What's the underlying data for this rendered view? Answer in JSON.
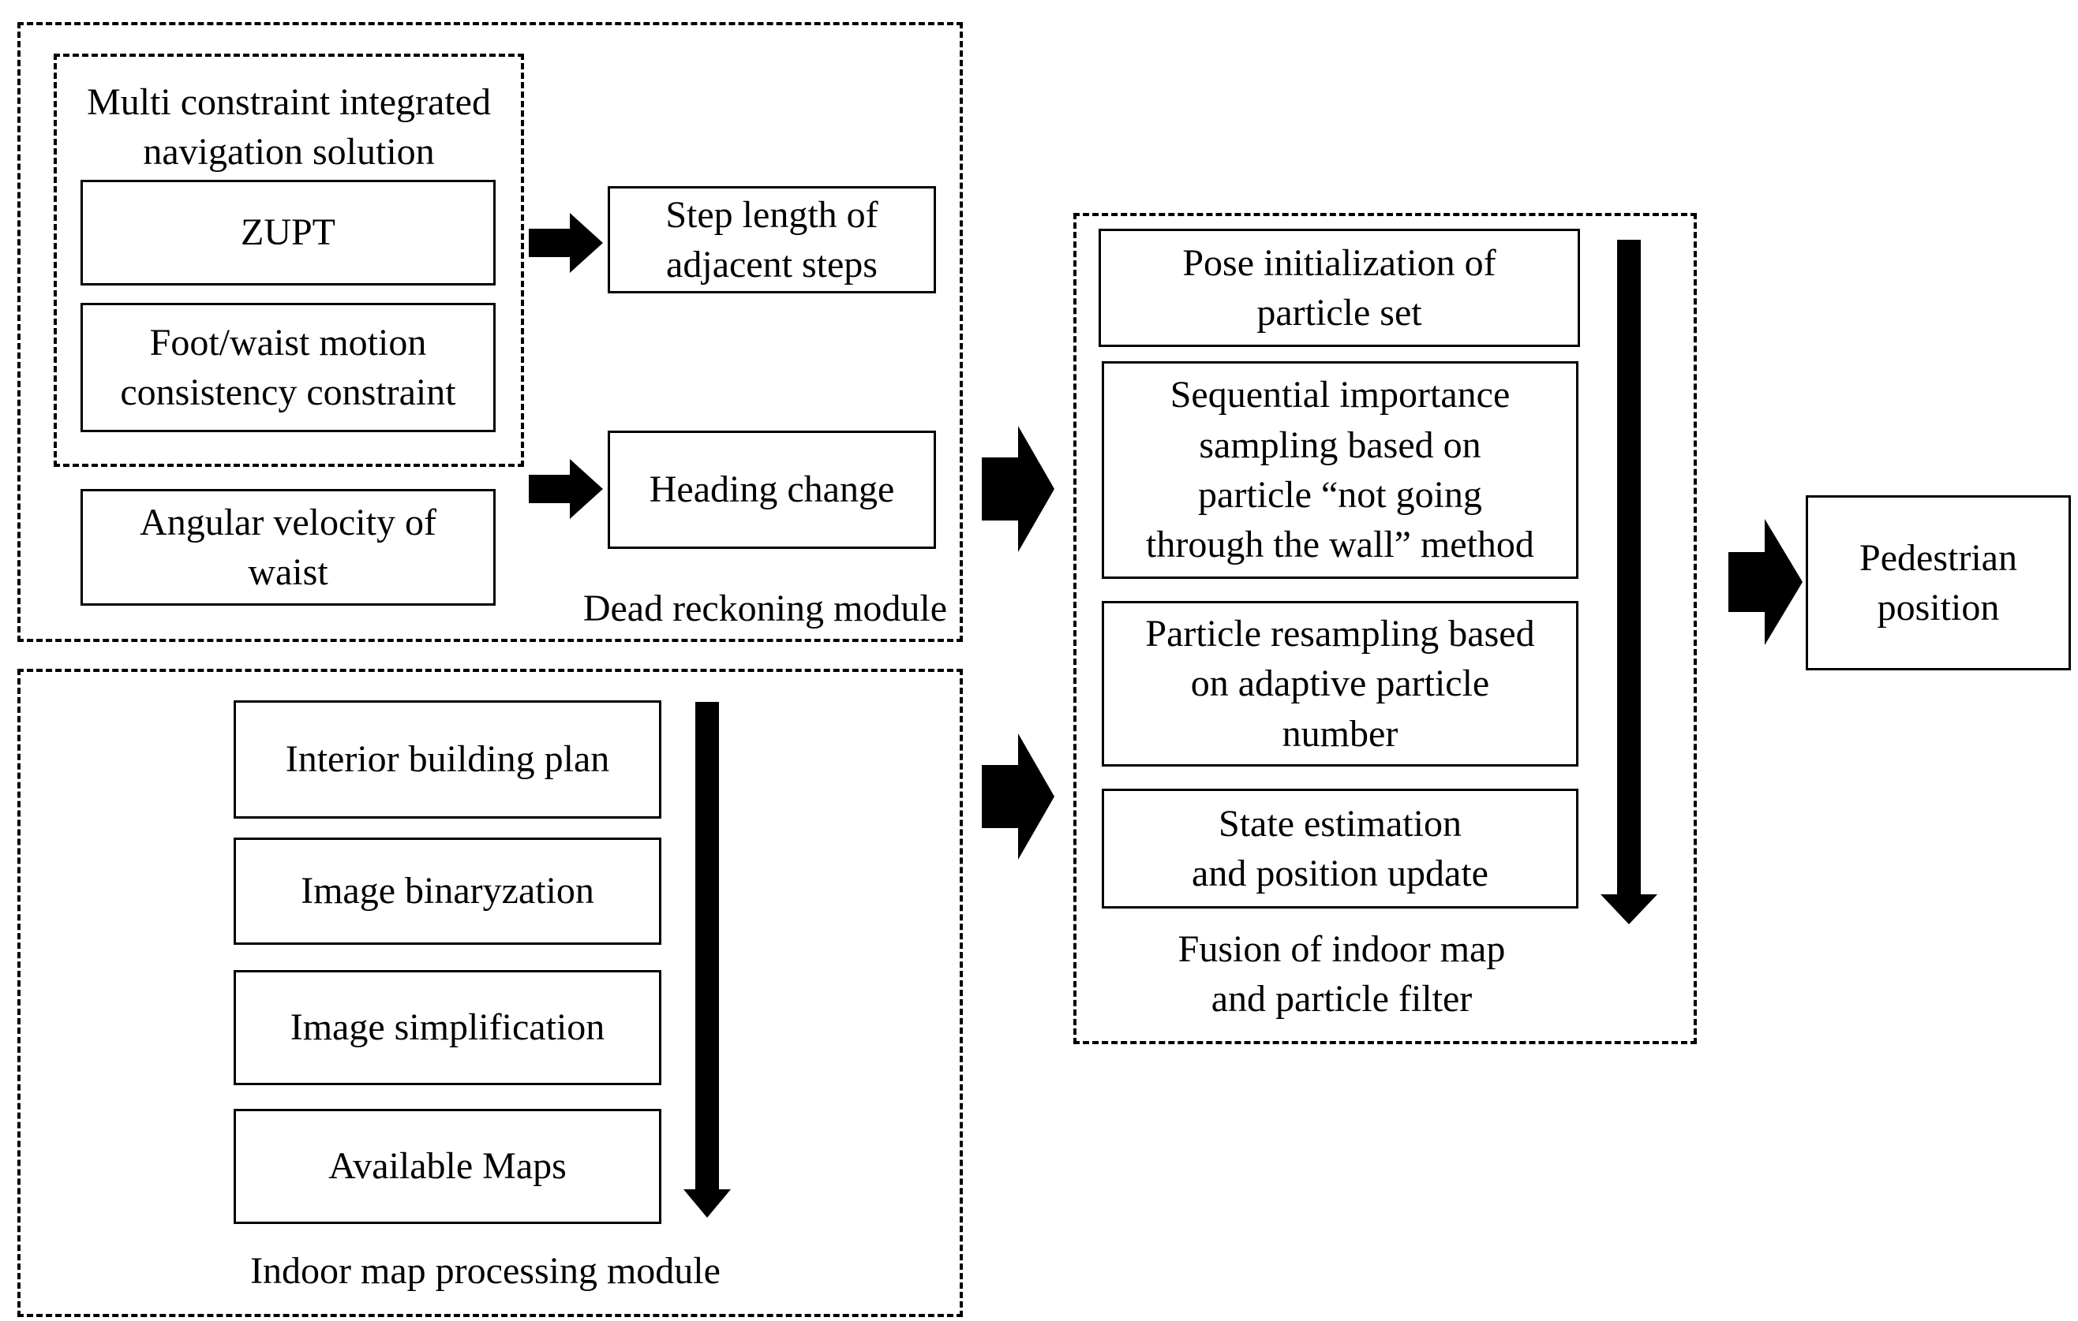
{
  "dead_reckoning": {
    "title": "Dead reckoning module",
    "integrated_title": "Multi constraint integrated\nnavigation solution",
    "zupt": "ZUPT",
    "foot_waist": "Foot/waist motion\nconsistency constraint",
    "angular_velocity": "Angular velocity of\nwaist",
    "step_length": "Step length of\nadjacent steps",
    "heading_change": "Heading change"
  },
  "indoor_map": {
    "title": "Indoor map processing module",
    "steps": [
      "Interior building plan",
      "Image binaryzation",
      "Image simplification",
      "Available Maps"
    ]
  },
  "fusion": {
    "title": "Fusion of indoor map\nand particle filter",
    "steps": [
      "Pose initialization of\nparticle set",
      "Sequential importance\nsampling based on\nparticle “not going\nthrough the wall” method",
      "Particle resampling based\non adaptive particle\nnumber",
      "State estimation\nand position update"
    ]
  },
  "output": {
    "label": "Pedestrian\nposition"
  }
}
